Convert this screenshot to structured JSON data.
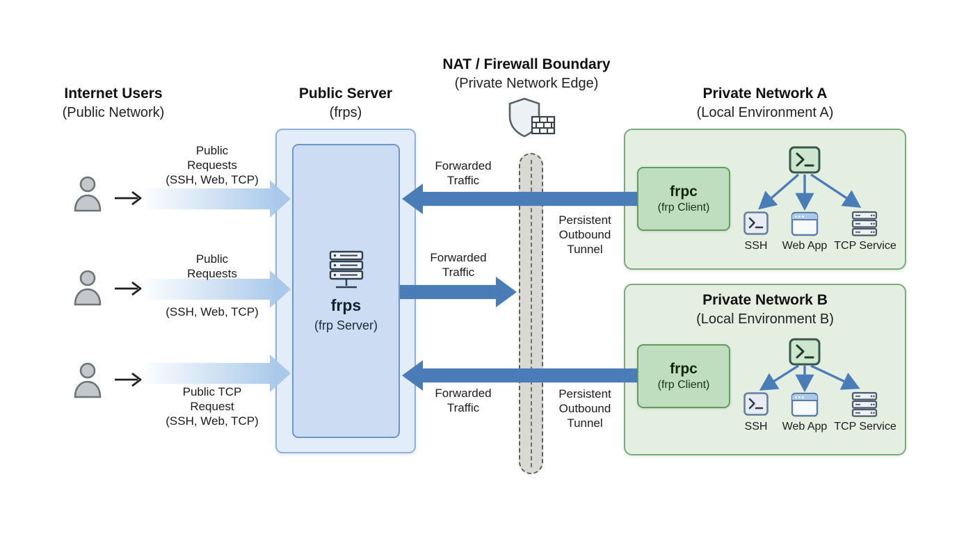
{
  "colors": {
    "arrow_blue": "#4a7db8",
    "request_arrow_blue": "#a9c9ea",
    "server_box_fill": "#ccdcf2",
    "server_box_border": "#6b97c9",
    "network_fill": "#e4efe2",
    "network_border": "#7aab7a",
    "frpc_fill": "#bfdebf",
    "frpc_border": "#5e9e60",
    "boundary_gray": "#d9d9d3"
  },
  "internet_users": {
    "title": "Internet Users",
    "subtitle": "(Public Network)"
  },
  "public_server": {
    "title": "Public Server",
    "subtitle": "(frps)",
    "node_name": "frps",
    "node_sub": "(frp Server)"
  },
  "boundary": {
    "title": "NAT / Firewall Boundary",
    "subtitle": "(Private Network Edge)"
  },
  "requests": [
    {
      "l1": "Public",
      "l2": "Requests",
      "l3": "(SSH, Web, TCP)"
    },
    {
      "l1": "Public",
      "l2": "Requests",
      "l3": "(SSH, Web, TCP)"
    },
    {
      "l1": "Public TCP",
      "l2": "Request",
      "l3": "(SSH, Web, TCP)"
    }
  ],
  "labels": {
    "forwarded": {
      "l1": "Forwarded",
      "l2": "Traffic"
    },
    "tunnel": {
      "l1": "Persistent",
      "l2": "Outbound",
      "l3": "Tunnel"
    }
  },
  "network_a": {
    "title": "Private Network A",
    "subtitle": "(Local Environment A)",
    "frpc_name": "frpc",
    "frpc_sub": "(frp Client)",
    "services": [
      "SSH",
      "Web App",
      "TCP Service"
    ]
  },
  "network_b": {
    "title": "Private Network B",
    "subtitle": "(Local Environment B)",
    "frpc_name": "frpc",
    "frpc_sub": "(frp Client)",
    "services": [
      "SSH",
      "Web App",
      "TCP Service"
    ]
  }
}
